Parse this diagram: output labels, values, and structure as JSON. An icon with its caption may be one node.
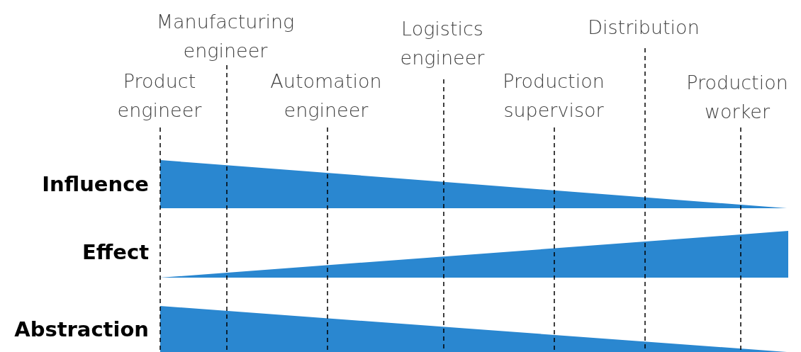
{
  "diagram": {
    "labels": [
      "Manufacturing engineer",
      "Logistics engineer",
      "Distribution",
      "Product engineer",
      "Automation engineer",
      "Production supervisor",
      "Production worker",
      "Influence",
      "Effect",
      "Abstraction"
    ]
  }
}
